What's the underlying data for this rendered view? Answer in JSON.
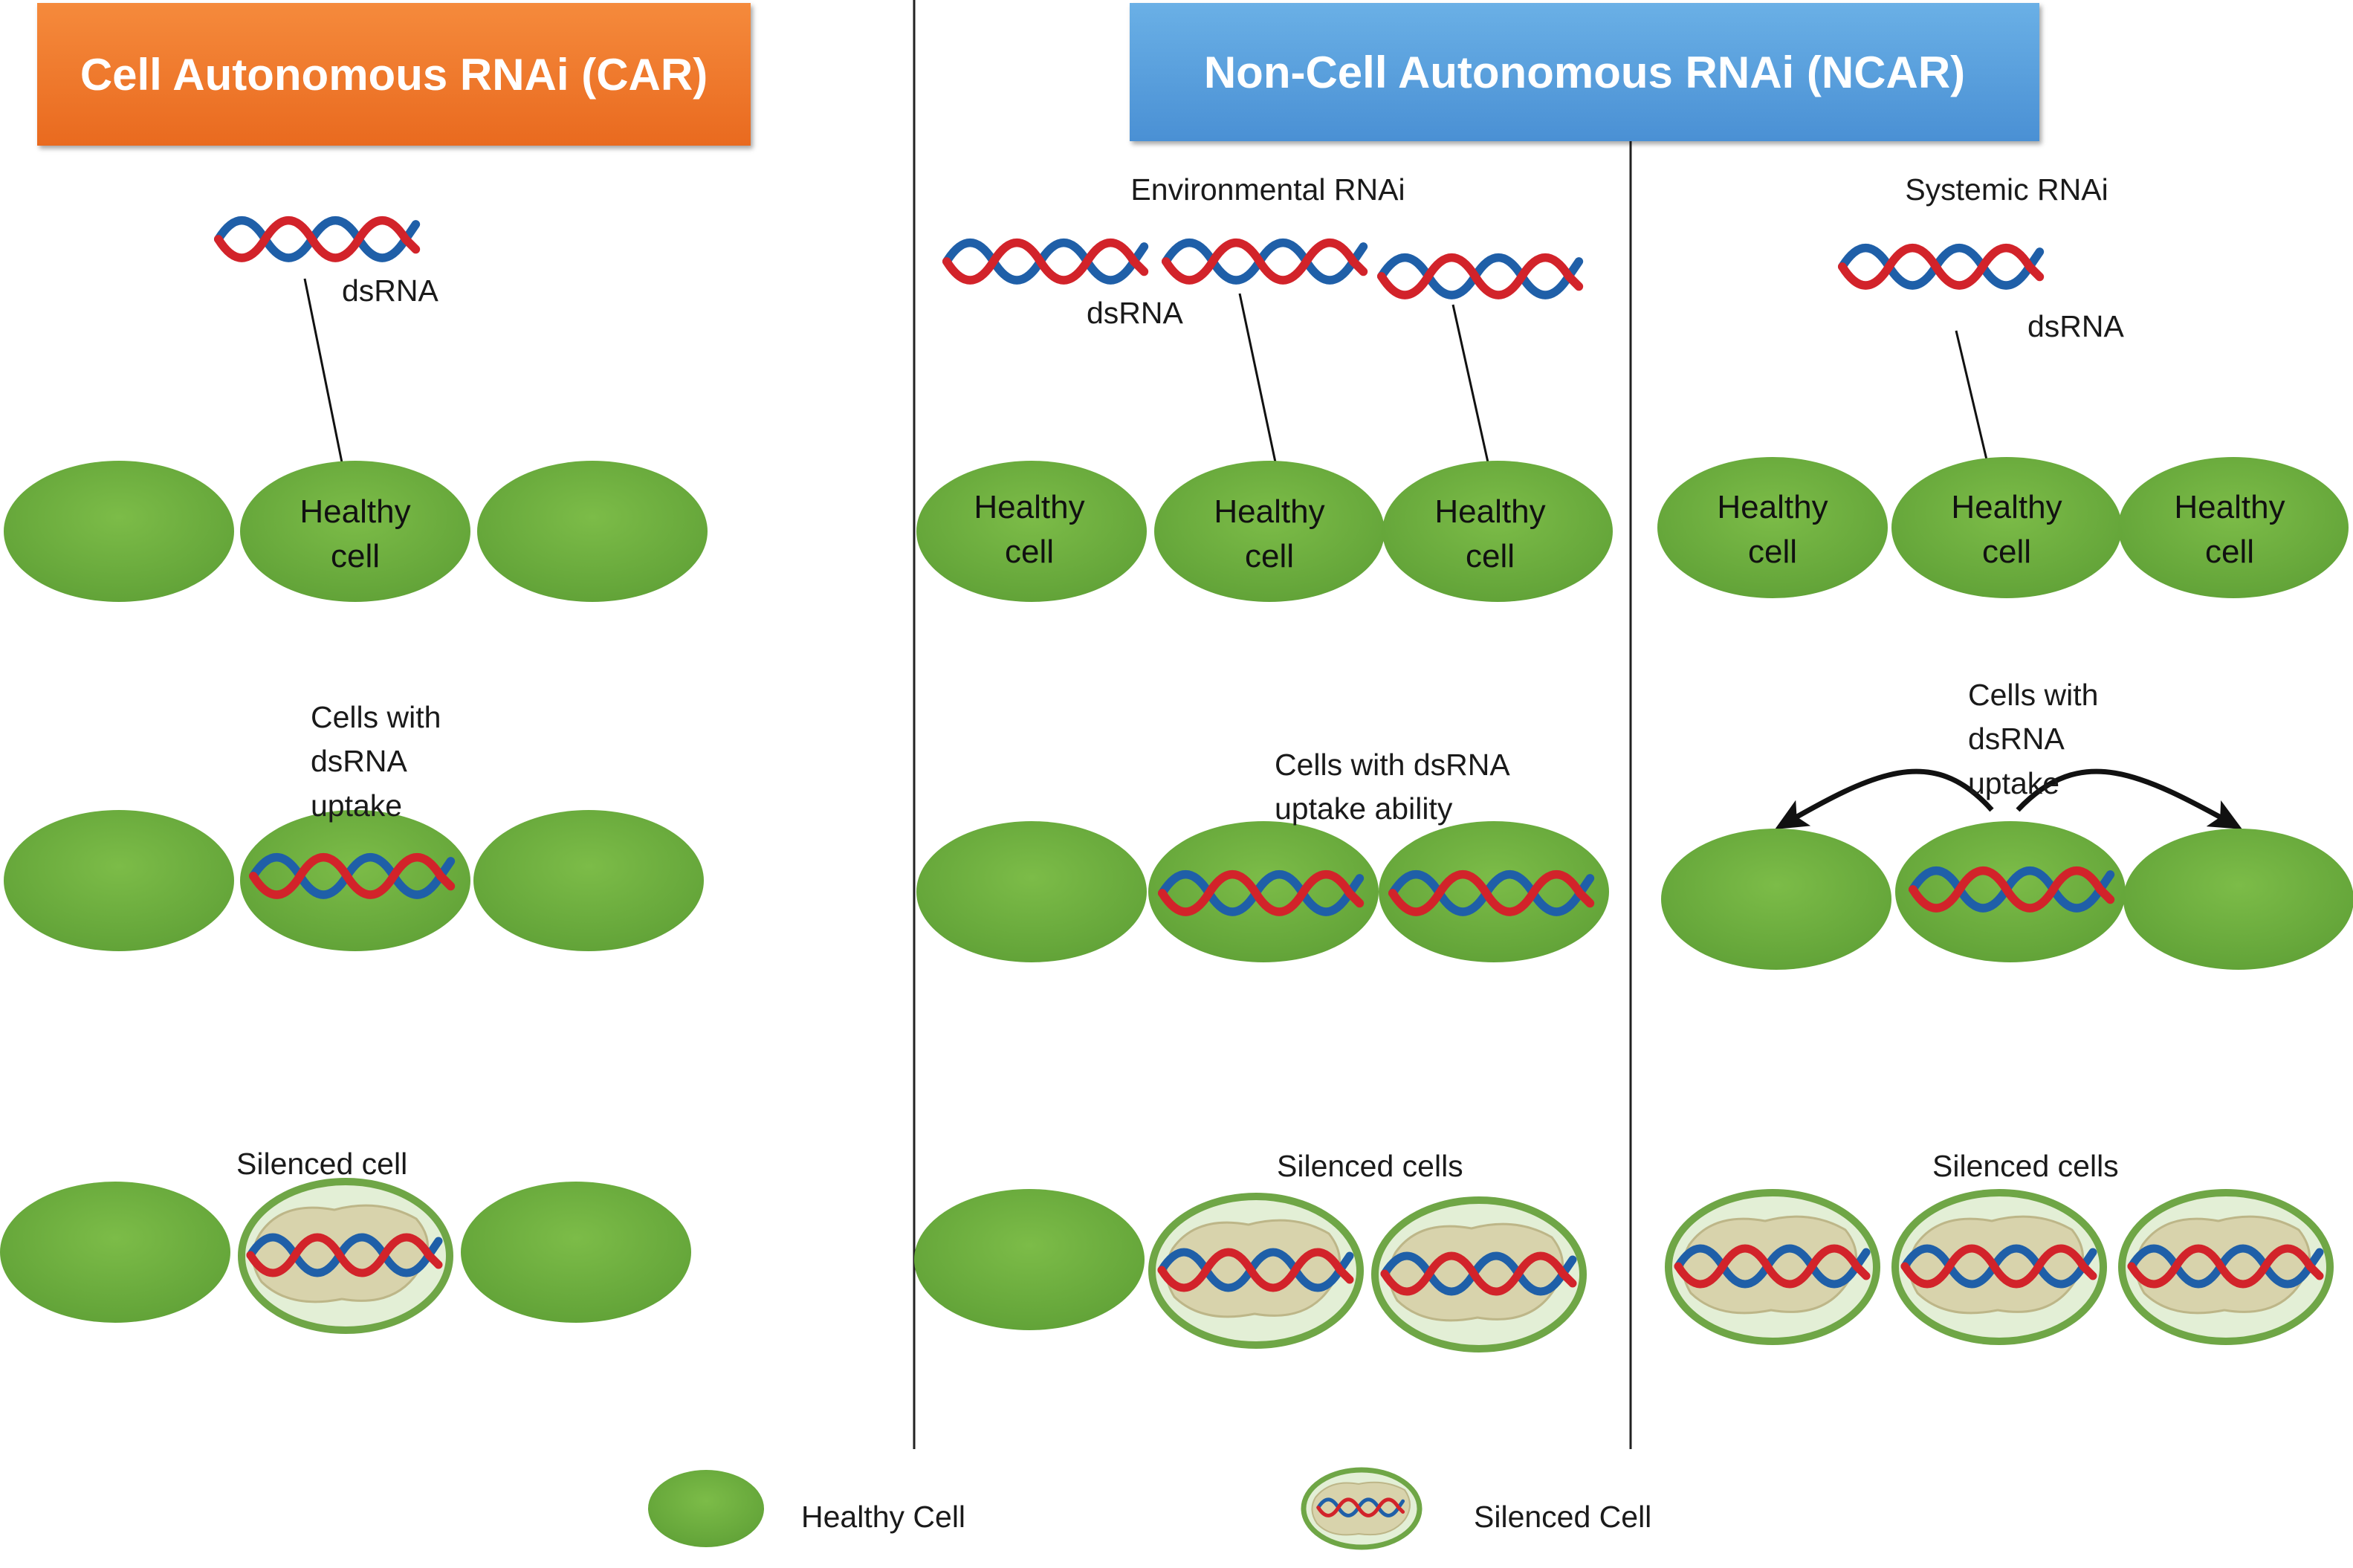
{
  "headers": {
    "car": "Cell Autonomous RNAi (CAR)",
    "ncar": "Non-Cell Autonomous RNAi (NCAR)"
  },
  "subheaders": {
    "environmental": "Environmental RNAi",
    "systemic": "Systemic RNAi"
  },
  "labels": {
    "dsrna": "dsRNA",
    "healthy_cell_line1": "Healthy",
    "healthy_cell_line2": "cell",
    "car_uptake": [
      "Cells with",
      "dsRNA",
      "uptake"
    ],
    "env_uptake": [
      "Cells with dsRNA",
      "uptake ability"
    ],
    "sys_uptake": [
      "Cells with",
      "dsRNA",
      "uptake"
    ],
    "silenced_cell": "Silenced cell",
    "silenced_cells": "Silenced cells"
  },
  "legend": {
    "healthy": "Healthy Cell",
    "silenced": "Silenced Cell"
  },
  "colors": {
    "cell_green": "#6fb03e",
    "silenced_fill": "#e3efd6",
    "nucleus_fill": "#d8d3ac",
    "strand_red": "#d2232a",
    "strand_blue": "#1f5fa8",
    "car_header": "#ec7628",
    "ncar_header": "#5aa0dc"
  }
}
